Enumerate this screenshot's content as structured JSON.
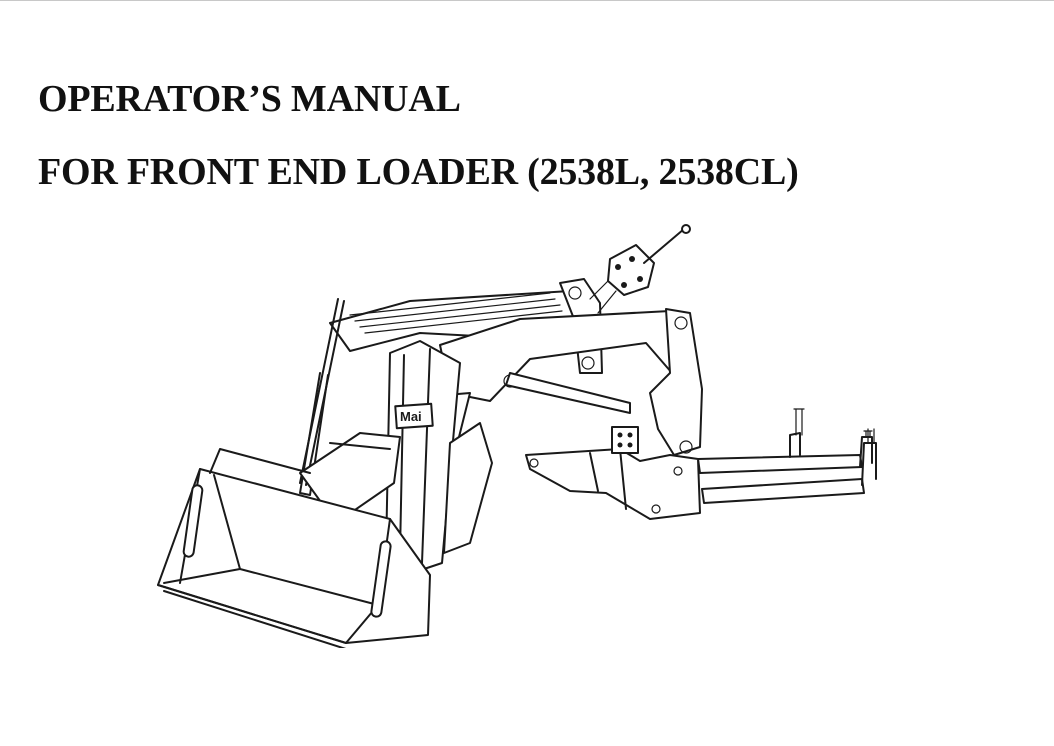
{
  "document": {
    "title_line_1": "OPERATOR’S MANUAL",
    "title_line_2": "FOR FRONT END LOADER (2538L,  2538CL)"
  },
  "illustration": {
    "subject": "front end loader assembly line drawing",
    "logo_text": "Mai"
  }
}
